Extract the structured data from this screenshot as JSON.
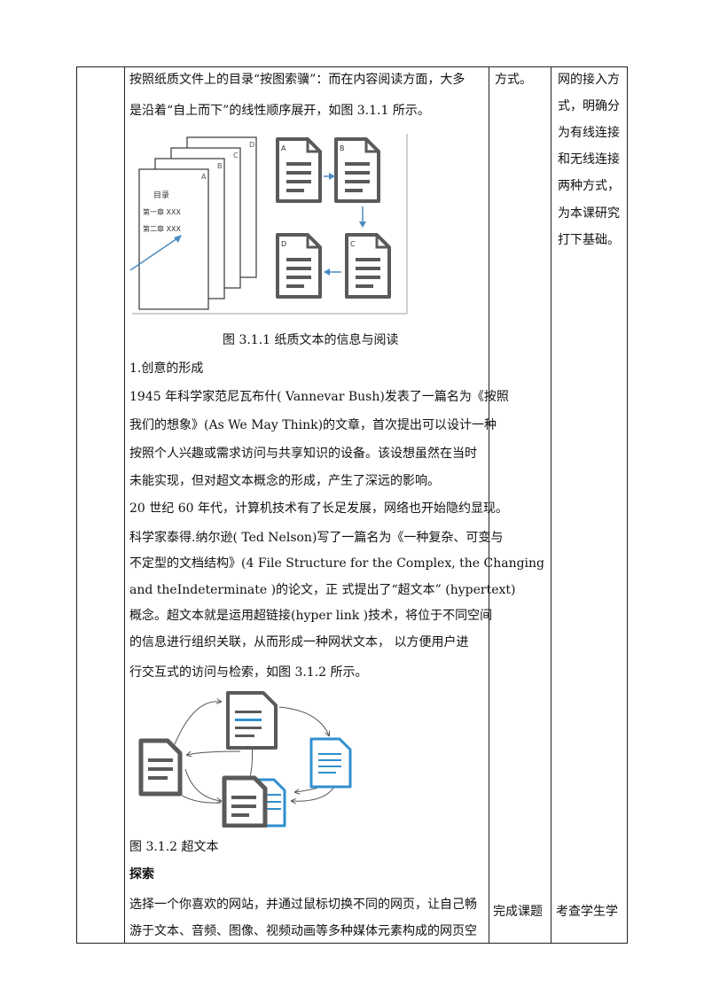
{
  "main_column": {
    "lines": [
      "按照纸质文件上的目录“按图索骥”：而在内容阅读方面，大多",
      "是沿着“自上而下”的线性顺序展开，如图 3.1.1 所示。"
    ],
    "figure1": {
      "caption": "图 3.1.1    纸质文本的信息与阅读",
      "stack_labels": [
        "D",
        "C",
        "B",
        "A"
      ],
      "toc_title": "目录",
      "toc_items": [
        "第一章 XXX",
        "第二章 XXX"
      ],
      "doc_labels": [
        "A",
        "B",
        "C",
        "D"
      ]
    },
    "section1_heading": "1.创意的形成",
    "para1": [
      "1945 年科学家范尼瓦布什( Vannevar Bush)发表了一篇名为《按照",
      "我们的想象》(As We May Think)的文章，首次提出可以设计一种",
      "按照个人兴趣或需求访问与共享知识的设备。该设想虽然在当时",
      "未能实现，但对超文本概念的形成，产生了深远的影响。"
    ],
    "para2": [
      "20 世纪 60 年代，计算机技术有了长足发展，网络也开始隐约显现。",
      "科学家泰得.纳尔逊( Ted Nelson)写了一篇名为《一种复杂、可变与",
      "不定型的文档结构》(4 File Structure for the Complex, the Changing",
      "and theIndeterminate )的论文，正  式提出了“超文本” (hypertext)",
      "概念。超文本就是运用超链接(hyper link )技术，将位于不同空间",
      "的信息进行组织关联，从而形成一种网状文本， 以方便用户进",
      " 行交互式的访问与检索，如图 3.1.2 所示。"
    ],
    "figure2": {
      "caption": "图 3.1.2      超文本"
    },
    "explore_heading": "探索",
    "para3": [
      "选择一个你喜欢的网站，并通过鼠标切换不同的网页，让自己畅",
      "游于文本、音频、图像、视频动画等多种媒体元素构成的网页空"
    ]
  },
  "col3": {
    "top": "方式。",
    "bottom": "完成课题"
  },
  "col4": {
    "top_lines": [
      "网的接入方",
      "式，明确分",
      "为有线连接",
      "和无线连接",
      "两种方式，",
      "为本课研究",
      "打下基础。"
    ],
    "bottom": "考查学生学"
  },
  "colors": {
    "doc_dark": "#5a5a5a",
    "doc_blue": "#2f8fcf",
    "arrow_blue": "#4a8cc2"
  }
}
